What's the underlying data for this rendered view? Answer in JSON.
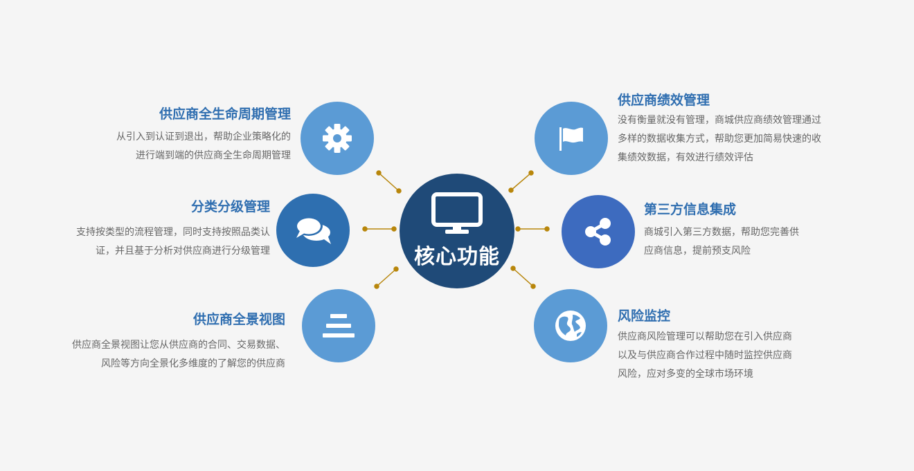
{
  "center": {
    "label": "核心功能",
    "icon": "monitor-icon",
    "color": "#1f4a78"
  },
  "accent_color": "#b8860b",
  "features": [
    {
      "title": "供应商全生命周期管理",
      "desc": [
        "从引入到认证到退出，帮助企业策略化的",
        "进行端到端的供应商全生命周期管理"
      ],
      "icon": "gear-icon",
      "color": "#5b9bd5"
    },
    {
      "title": "分类分级管理",
      "desc": [
        "支持按类型的流程管理，同时支持按照品类认",
        "证，并且基于分析对供应商进行分级管理"
      ],
      "icon": "chat-bubbles-icon",
      "color": "#2e6fb0"
    },
    {
      "title": "供应商全景视图",
      "desc": [
        "供应商全景视图让您从供应商的合同、交易数据、",
        "风险等方向全景化多维度的了解您的供应商"
      ],
      "icon": "stack-bars-icon",
      "color": "#5b9bd5"
    },
    {
      "title": "供应商绩效管理",
      "desc": [
        "没有衡量就没有管理，商城供应商绩效管理通过",
        "多样的数据收集方式，帮助您更加简易快速的收",
        "集绩效数据，有效进行绩效评估"
      ],
      "icon": "flag-icon",
      "color": "#5b9bd5"
    },
    {
      "title": "第三方信息集成",
      "desc": [
        "商城引入第三方数据，帮助您完善供",
        "应商信息，提前预支风险"
      ],
      "icon": "share-icon",
      "color": "#3d6bbf"
    },
    {
      "title": "风险监控",
      "desc": [
        "供应商风险管理可以帮助您在引入供应商",
        "以及与供应商合作过程中随时监控供应商",
        "风险，应对多变的全球市场环境"
      ],
      "icon": "globe-icon",
      "color": "#5b9bd5"
    }
  ]
}
